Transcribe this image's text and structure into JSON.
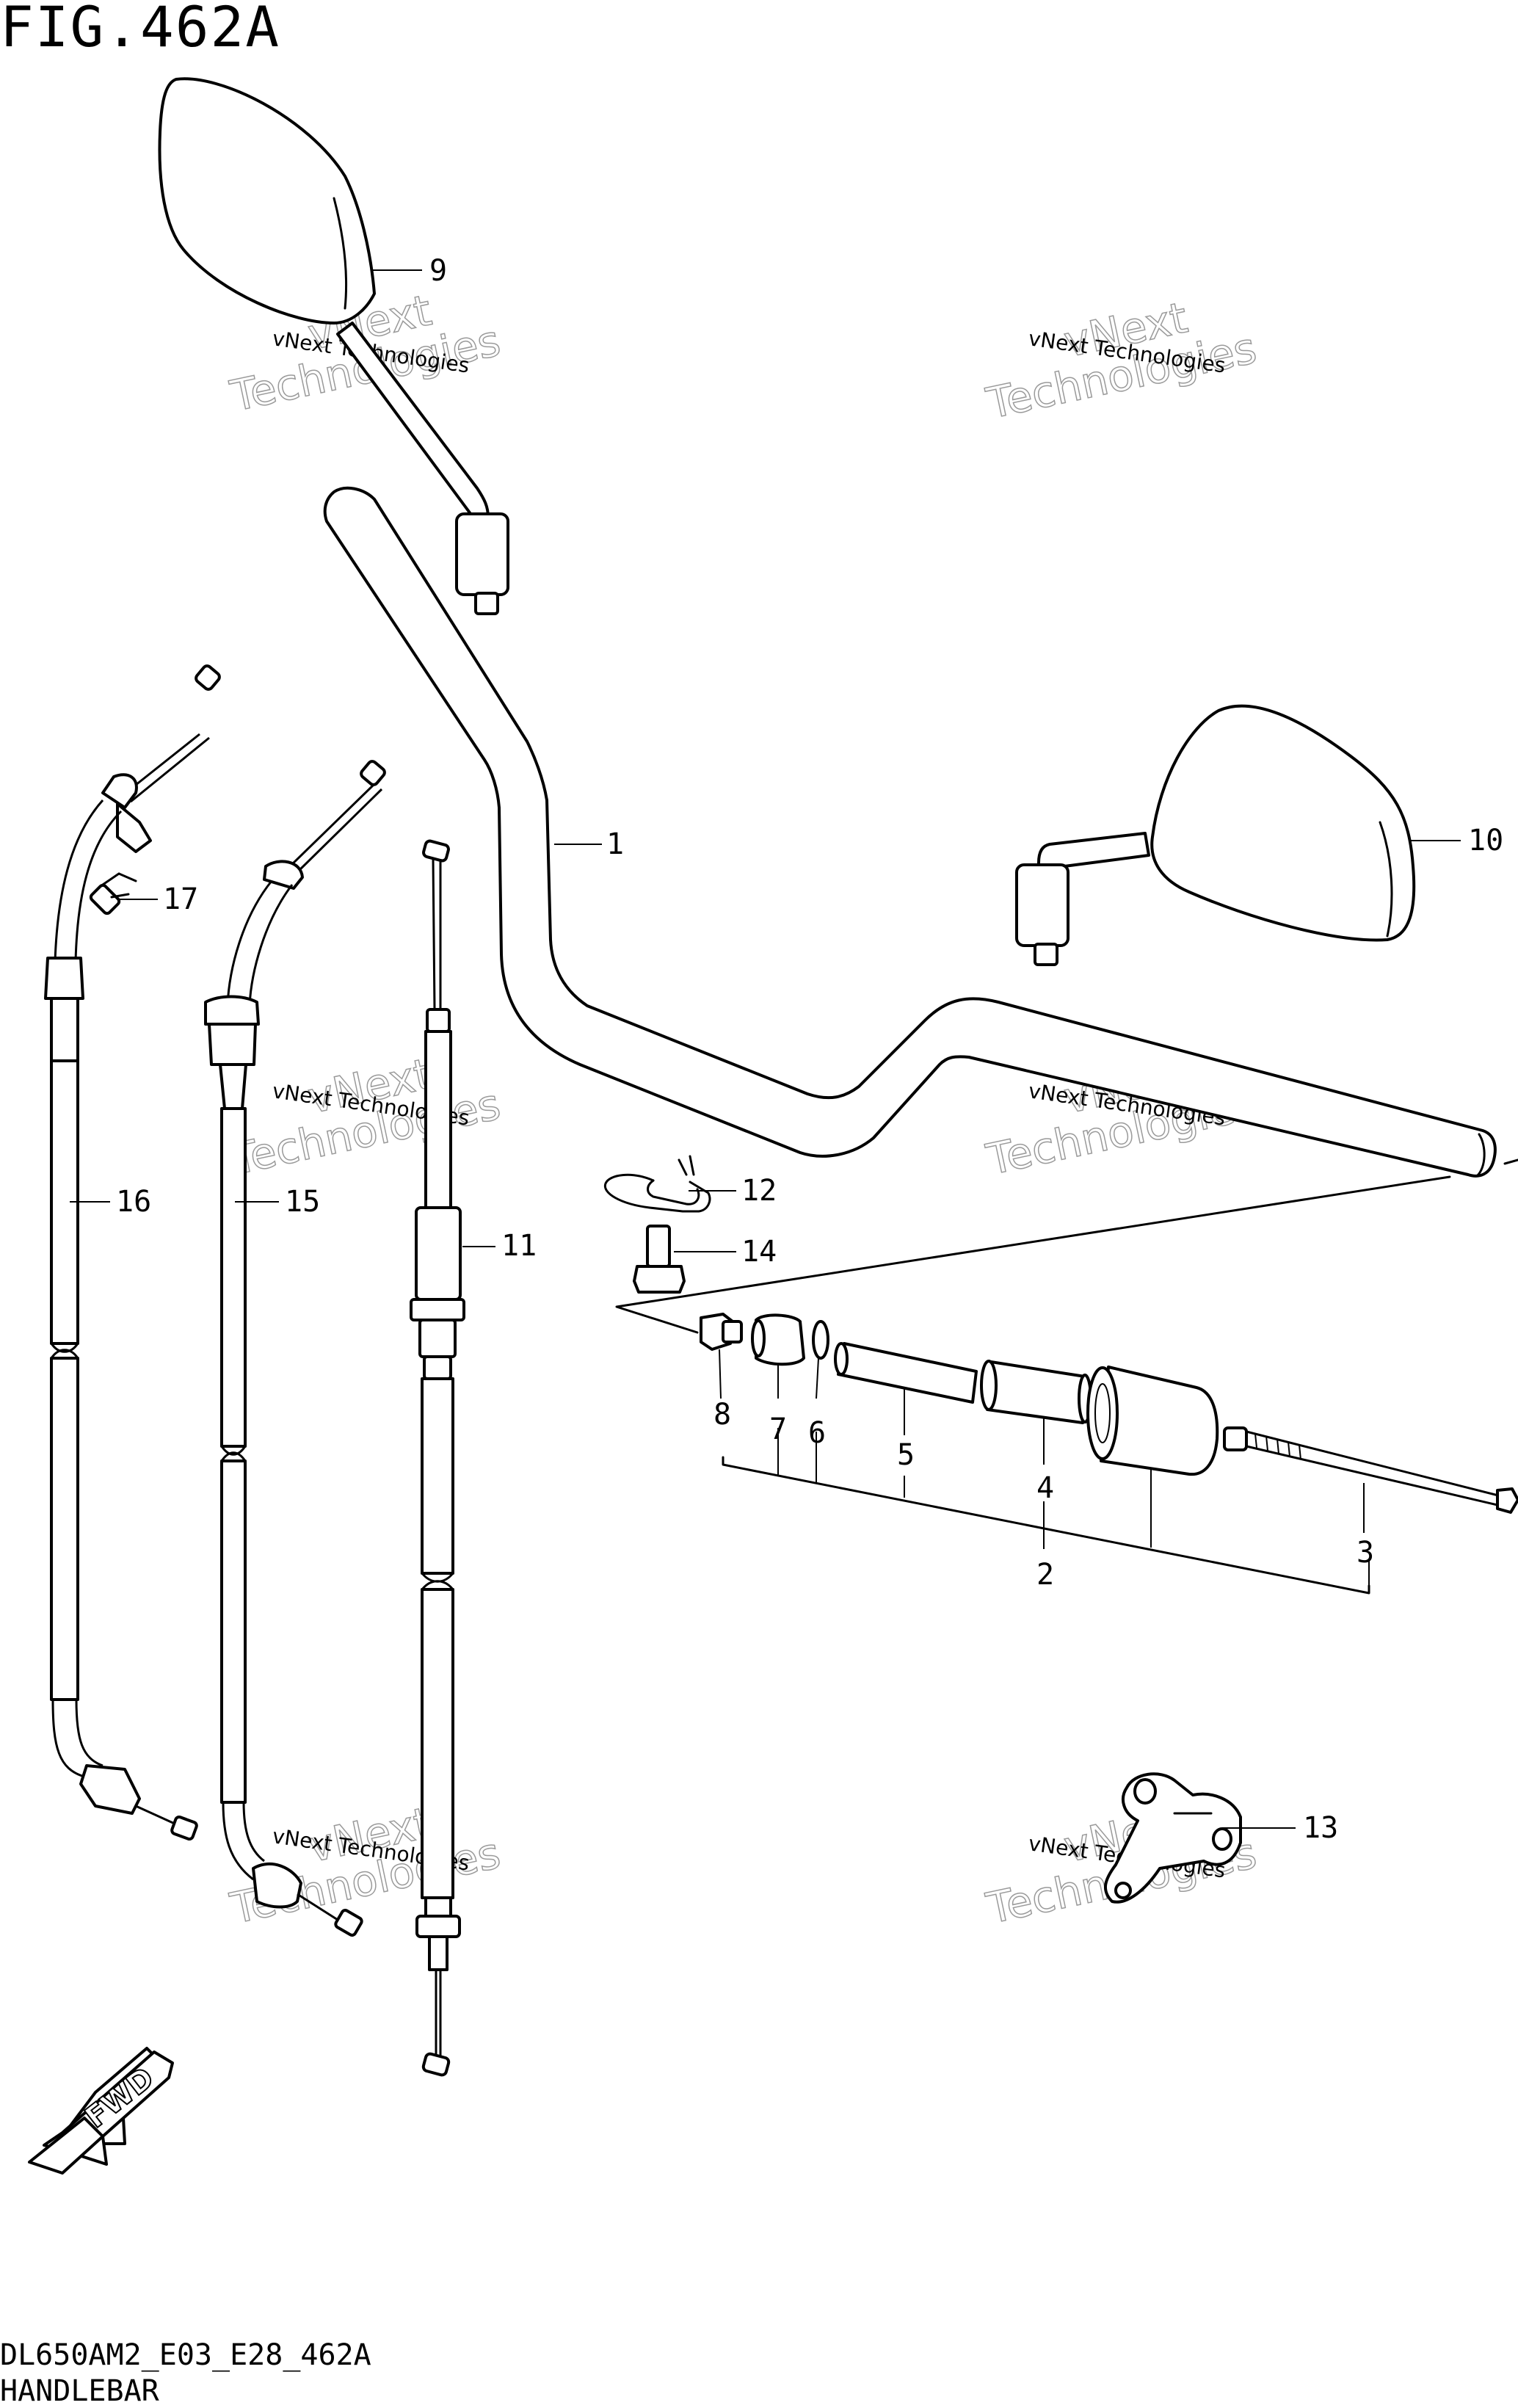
{
  "figure": {
    "title": "FIG.462A",
    "code": "DL650AM2_E03_E28_462A",
    "name": "HANDLEBAR",
    "direction_label": "FWD"
  },
  "callouts": [
    "1",
    "2",
    "3",
    "4",
    "5",
    "6",
    "7",
    "8",
    "9",
    "10",
    "11",
    "12",
    "13",
    "14",
    "15",
    "16",
    "17"
  ],
  "watermark": {
    "line1": "vNext Technologies",
    "line2": "vNext",
    "line3": "Technologies"
  }
}
